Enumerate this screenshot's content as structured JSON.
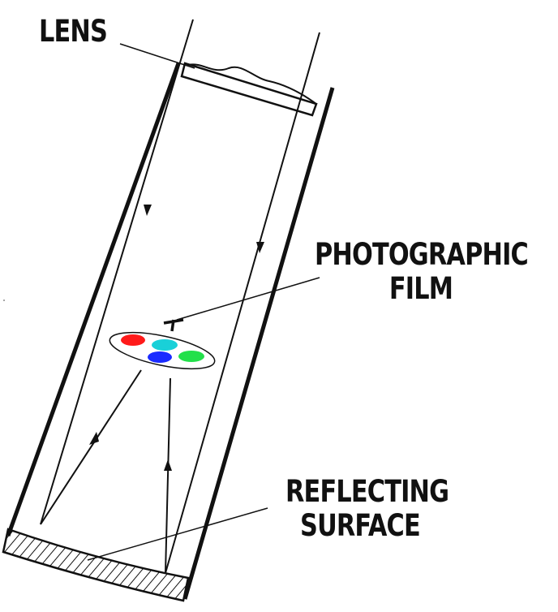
{
  "labels": {
    "lens": "LENS",
    "film_line1": "PHOTOGRAPHIC",
    "film_line2": "FILM",
    "mirror_line1": "REFLECTING",
    "mirror_line2": "SURFACE"
  },
  "colors": {
    "ink": "#111111",
    "spot_red": "#ff1a1a",
    "spot_cyan": "#19d0d8",
    "spot_blue": "#1a2bff",
    "spot_green": "#22e04a"
  }
}
